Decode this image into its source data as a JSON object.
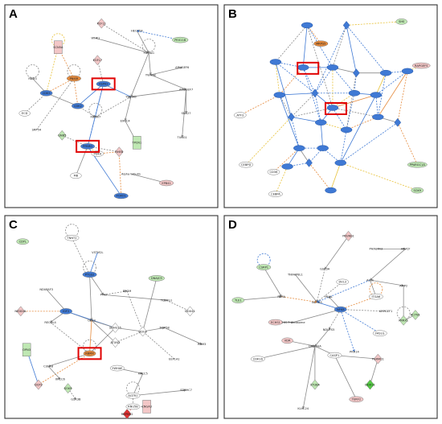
{
  "colors": {
    "blue": "#3f79d4",
    "orange": "#e58a3c",
    "yellow": "#e8c23a",
    "gray": "#8a8a8a",
    "pink": "#f3c7c7",
    "green": "#bfe8b3",
    "brightGreen": "#55cc44",
    "red": "#e03030",
    "highlight": "#e00000"
  },
  "panels": [
    {
      "letter": "A",
      "nodes": [
        {
          "label": "SCN5A",
          "shape": "rect",
          "color": "pink"
        },
        {
          "label": "PCF11",
          "shape": "diamond",
          "color": "pink"
        },
        {
          "label": "WNK1",
          "shape": "none",
          "color": "white"
        },
        {
          "label": "HECTD4",
          "shape": "none",
          "color": "white"
        },
        {
          "label": "PEX11B",
          "shape": "ellipse",
          "color": "green"
        },
        {
          "label": "RBM3",
          "shape": "none",
          "color": "white"
        },
        {
          "label": "ECD",
          "shape": "ellipse",
          "color": "white"
        },
        {
          "label": "SRP54",
          "shape": "none",
          "color": "white"
        },
        {
          "label": "PNISR",
          "shape": "ellipse",
          "color": "orange"
        },
        {
          "label": "CDK5",
          "shape": "ellipse",
          "color": "blue"
        },
        {
          "label": "CDK2",
          "shape": "ellipse",
          "color": "blue"
        },
        {
          "label": "GNB5",
          "shape": "diamond",
          "color": "green"
        },
        {
          "label": "PDK4",
          "shape": "ellipse",
          "color": "white"
        },
        {
          "label": "MB",
          "shape": "ellipse",
          "color": "white"
        },
        {
          "label": "YWHAG",
          "shape": "none",
          "color": "white"
        },
        {
          "label": "YWHAE",
          "shape": "none",
          "color": "white"
        },
        {
          "label": "YWHAB",
          "shape": "none",
          "color": "white"
        },
        {
          "label": "ARHGEF6",
          "shape": "none",
          "color": "white"
        },
        {
          "label": "ARHGEF7",
          "shape": "none",
          "color": "white"
        },
        {
          "label": "SNX27",
          "shape": "none",
          "color": "white"
        },
        {
          "label": "EXOC4",
          "shape": "none",
          "color": "white"
        },
        {
          "label": "TPCN1",
          "shape": "rect",
          "color": "green"
        },
        {
          "label": "TUBG1",
          "shape": "none",
          "color": "white"
        },
        {
          "label": "FBXW7",
          "shape": "none",
          "color": "white"
        },
        {
          "label": "RHEB",
          "shape": "diamond",
          "color": "pink"
        },
        {
          "label": "Alpha tubulin",
          "shape": "none",
          "color": "white"
        },
        {
          "label": "EPB41",
          "shape": "ellipse",
          "color": "pink"
        },
        {
          "label": "FOXO1",
          "shape": "ellipse",
          "color": "blue"
        },
        {
          "label": "EGFL7",
          "shape": "diamond",
          "color": "pink"
        },
        {
          "label": "HSPA2",
          "shape": "ellipse",
          "color": "blue"
        },
        {
          "label": "PPARG",
          "shape": "ellipse",
          "color": "blue"
        }
      ]
    },
    {
      "letter": "B",
      "nodes": [
        {
          "label": "SHS",
          "shape": "ellipse",
          "color": "green"
        },
        {
          "label": "MRPS5",
          "shape": "ellipse",
          "color": "orange"
        },
        {
          "label": "RAPGEF5",
          "shape": "ellipse",
          "color": "pink"
        },
        {
          "label": "ATF3",
          "shape": "ellipse",
          "color": "white"
        },
        {
          "label": "CEBPD",
          "shape": "ellipse",
          "color": "white"
        },
        {
          "label": "CD36",
          "shape": "ellipse",
          "color": "white"
        },
        {
          "label": "CEBPA",
          "shape": "ellipse",
          "color": "white"
        },
        {
          "label": "PPARGC1A",
          "shape": "ellipse",
          "color": "green"
        },
        {
          "label": "SOX9",
          "shape": "ellipse",
          "color": "green"
        }
      ]
    },
    {
      "letter": "C",
      "nodes": [
        {
          "label": "CDYL",
          "shape": "ellipse",
          "color": "green"
        },
        {
          "label": "TNNT2",
          "shape": "ellipse",
          "color": "white"
        },
        {
          "label": "VSTM2L",
          "shape": "none",
          "color": "white"
        },
        {
          "label": "PTGS2",
          "shape": "ellipse",
          "color": "blue"
        },
        {
          "label": "DNAJC9",
          "shape": "ellipse",
          "color": "green"
        },
        {
          "label": "NDUFAF3",
          "shape": "none",
          "color": "white"
        },
        {
          "label": "PPIG",
          "shape": "none",
          "color": "white"
        },
        {
          "label": "BPGM",
          "shape": "none",
          "color": "white"
        },
        {
          "label": "TCERG1",
          "shape": "none",
          "color": "white"
        },
        {
          "label": "DDX41",
          "shape": "diamond",
          "color": "white"
        },
        {
          "label": "NEDD4L",
          "shape": "diamond",
          "color": "pink"
        },
        {
          "label": "IGF2",
          "shape": "ellipse",
          "color": "blue"
        },
        {
          "label": "RECQL4",
          "shape": "none",
          "color": "white"
        },
        {
          "label": "CBX3",
          "shape": "none",
          "color": "white"
        },
        {
          "label": "SNHG15",
          "shape": "diamond",
          "color": "white"
        },
        {
          "label": "ATXN3",
          "shape": "diamond",
          "color": "white"
        },
        {
          "label": "HDGF",
          "shape": "diamond",
          "color": "white"
        },
        {
          "label": "NOP58",
          "shape": "none",
          "color": "white"
        },
        {
          "label": "RBM3",
          "shape": "none",
          "color": "white"
        },
        {
          "label": "OPN3",
          "shape": "rect",
          "color": "green"
        },
        {
          "label": "RBMX",
          "shape": "ellipse",
          "color": "orange"
        },
        {
          "label": "CUL4B",
          "shape": "none",
          "color": "white"
        },
        {
          "label": "YWHAE",
          "shape": "ellipse",
          "color": "white"
        },
        {
          "label": "XRCC5",
          "shape": "none",
          "color": "white"
        },
        {
          "label": "DCP2",
          "shape": "diamond",
          "color": "pink"
        },
        {
          "label": "XRCC6",
          "shape": "none",
          "color": "white"
        },
        {
          "label": "SOX9",
          "shape": "diamond",
          "color": "green"
        },
        {
          "label": "GSK3B",
          "shape": "none",
          "color": "white"
        },
        {
          "label": "AGTR1",
          "shape": "ellipse",
          "color": "white"
        },
        {
          "label": "EEF1A1",
          "shape": "none",
          "color": "white"
        },
        {
          "label": "SDR9C7",
          "shape": "none",
          "color": "white"
        },
        {
          "label": "RNU5B",
          "shape": "ellipse",
          "color": "white"
        },
        {
          "label": "CNGA3",
          "shape": "rect",
          "color": "pink"
        },
        {
          "label": "RBPMS2",
          "shape": "diamond",
          "color": "red"
        }
      ]
    },
    {
      "letter": "D",
      "nodes": [
        {
          "label": "PRUNE1",
          "shape": "diamond",
          "color": "pink"
        },
        {
          "label": "PHACTR3",
          "shape": "none",
          "color": "white"
        },
        {
          "label": "ARVCF",
          "shape": "none",
          "color": "white"
        },
        {
          "label": "CSRP1",
          "shape": "ellipse",
          "color": "green"
        },
        {
          "label": "TNFAIP8L1",
          "shape": "none",
          "color": "white"
        },
        {
          "label": "GSK3A",
          "shape": "none",
          "color": "white"
        },
        {
          "label": "DVL3",
          "shape": "ellipse",
          "color": "white"
        },
        {
          "label": "Actin",
          "shape": "none",
          "color": "white"
        },
        {
          "label": "AMP2",
          "shape": "none",
          "color": "white"
        },
        {
          "label": "TLE1",
          "shape": "ellipse",
          "color": "green"
        },
        {
          "label": "RXRA",
          "shape": "none",
          "color": "white"
        },
        {
          "label": "NCOA3",
          "shape": "none",
          "color": "white"
        },
        {
          "label": "ITGA6",
          "shape": "ellipse",
          "color": "white"
        },
        {
          "label": "ARPGEF1",
          "shape": "none",
          "color": "white"
        },
        {
          "label": "ECHS1",
          "shape": "ellipse",
          "color": "pink"
        },
        {
          "label": "26S Proteasome",
          "shape": "none",
          "color": "white"
        },
        {
          "label": "NFKB",
          "shape": "ellipse",
          "color": "blue"
        },
        {
          "label": "MLKL",
          "shape": "none",
          "color": "white"
        },
        {
          "label": "FASLG",
          "shape": "ellipse",
          "color": "white"
        },
        {
          "label": "VDR",
          "shape": "ellipse",
          "color": "pink"
        },
        {
          "label": "NDUFS5",
          "shape": "none",
          "color": "white"
        },
        {
          "label": "PRRX1",
          "shape": "diamond",
          "color": "green"
        },
        {
          "label": "ACTN1",
          "shape": "diamond",
          "color": "green"
        },
        {
          "label": "CDK16",
          "shape": "ellipse",
          "color": "white"
        },
        {
          "label": "DROSHA",
          "shape": "none",
          "color": "white"
        },
        {
          "label": "PRR14",
          "shape": "none",
          "color": "white"
        },
        {
          "label": "PGRMC1",
          "shape": "diamond",
          "color": "pink"
        },
        {
          "label": "STUB4",
          "shape": "diamond",
          "color": "green"
        },
        {
          "label": "KLHL24",
          "shape": "none",
          "color": "white"
        },
        {
          "label": "TERF2",
          "shape": "ellipse",
          "color": "pink"
        },
        {
          "label": "DDX11",
          "shape": "diamond",
          "color": "brightGreen"
        },
        {
          "label": "CASP1",
          "shape": "ellipse",
          "color": "white"
        }
      ]
    }
  ]
}
